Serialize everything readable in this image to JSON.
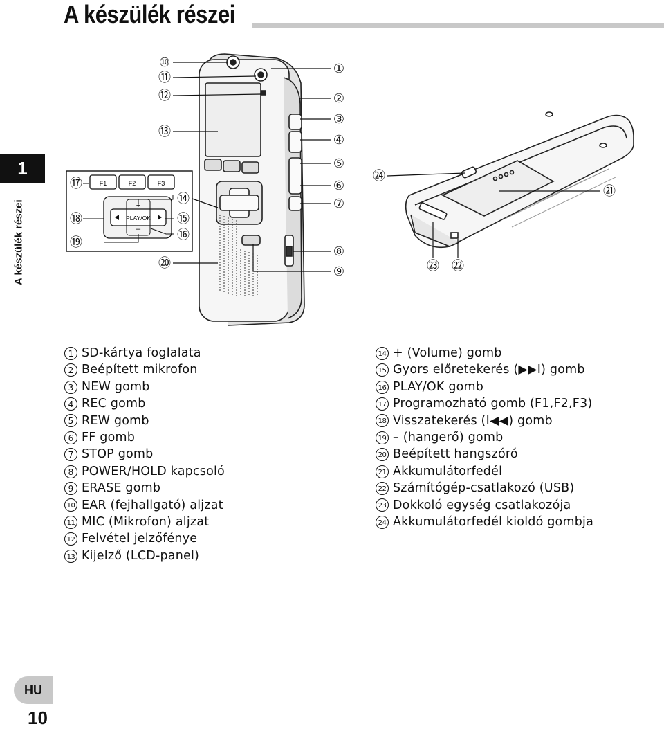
{
  "header": {
    "title": "A készülék részei"
  },
  "chapter": {
    "number": "1",
    "side_title": "A készülék részei"
  },
  "diagram": {
    "callouts": [
      "⑩",
      "⑪",
      "⑫",
      "⑬",
      "①",
      "②",
      "③",
      "④",
      "⑤",
      "⑥",
      "⑦",
      "⑧",
      "⑨",
      "⑭",
      "⑮",
      "⑯",
      "⑰",
      "⑱",
      "⑲",
      "⑳",
      "㉑",
      "㉒",
      "㉓",
      "㉔"
    ],
    "function_keys": [
      "F1",
      "F2",
      "F3"
    ],
    "play_ok_label": "PLAY/OK",
    "plus_label": "+",
    "minus_label": "–"
  },
  "parts_left": [
    {
      "num": "1",
      "label": "SD-kártya foglalata"
    },
    {
      "num": "2",
      "label": "Beépített mikrofon"
    },
    {
      "num": "3",
      "label": "NEW gomb"
    },
    {
      "num": "4",
      "label": "REC gomb"
    },
    {
      "num": "5",
      "label": "REW gomb"
    },
    {
      "num": "6",
      "label": "FF gomb"
    },
    {
      "num": "7",
      "label": "STOP gomb"
    },
    {
      "num": "8",
      "label": "POWER/HOLD kapcsoló"
    },
    {
      "num": "9",
      "label": "ERASE gomb"
    },
    {
      "num": "10",
      "label": "EAR (fejhallgató) aljzat"
    },
    {
      "num": "11",
      "label": "MIC (Mikrofon) aljzat"
    },
    {
      "num": "12",
      "label": "Felvétel jelzőfénye"
    },
    {
      "num": "13",
      "label": "Kijelző (LCD-panel)"
    }
  ],
  "parts_right": [
    {
      "num": "14",
      "label": "+ (Volume) gomb"
    },
    {
      "num": "15",
      "label": "Gyors előretekerés (▶▶I) gomb"
    },
    {
      "num": "16",
      "label": "PLAY/OK gomb"
    },
    {
      "num": "17",
      "label": "Programozható gomb (F1,F2,F3)"
    },
    {
      "num": "18",
      "label": "Visszatekerés (I◀◀) gomb"
    },
    {
      "num": "19",
      "label": "– (hangerő) gomb"
    },
    {
      "num": "20",
      "label": "Beépített hangszóró"
    },
    {
      "num": "21",
      "label": "Akkumulátorfedél"
    },
    {
      "num": "22",
      "label": "Számítógép-csatlakozó (USB)"
    },
    {
      "num": "23",
      "label": "Dokkoló egység csatlakozója"
    },
    {
      "num": "24",
      "label": "Akkumulátorfedél kioldó gombja"
    }
  ],
  "footer": {
    "language": "HU",
    "page": "10"
  }
}
